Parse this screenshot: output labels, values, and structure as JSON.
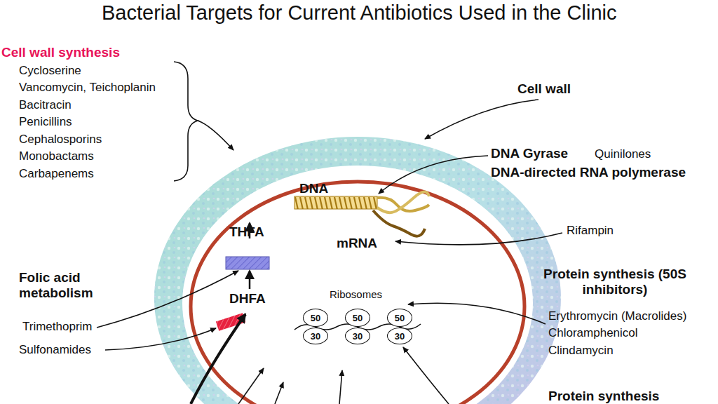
{
  "diagram": {
    "title": "Bacterial Targets for Current Antibiotics Used in the Clinic",
    "nodes": [
      {
        "text": [
          "50"
        ]
      },
      {
        "text": [
          "30"
        ]
      },
      {
        "text": [
          "50"
        ]
      },
      {
        "text": [
          "30"
        ]
      },
      {
        "text": [
          "50"
        ]
      },
      {
        "text": [
          "30"
        ]
      }
    ],
    "labels": [
      "Cell wall synthesis",
      "Cycloserine",
      "Vancomycin, Teichoplanin",
      "Bacitracin",
      "Penicillins",
      "Cephalosporins",
      "Monobactams",
      "Carbapenems",
      "Cell wall",
      "DNA Gyrase",
      "Quinilones",
      "DNA-directed RNA polymerase",
      "DNA",
      "mRNA",
      "Rifampin",
      "THFA",
      "DHFA",
      "Folic acid metabolism",
      "Trimethoprim",
      "Sulfonamides",
      "Ribosomes",
      "Protein synthesis (50S inhibitors)",
      "Erythromycin (Macrolides)",
      "Chloramphenicol",
      "Clindamycin",
      "Protein synthesis"
    ]
  }
}
